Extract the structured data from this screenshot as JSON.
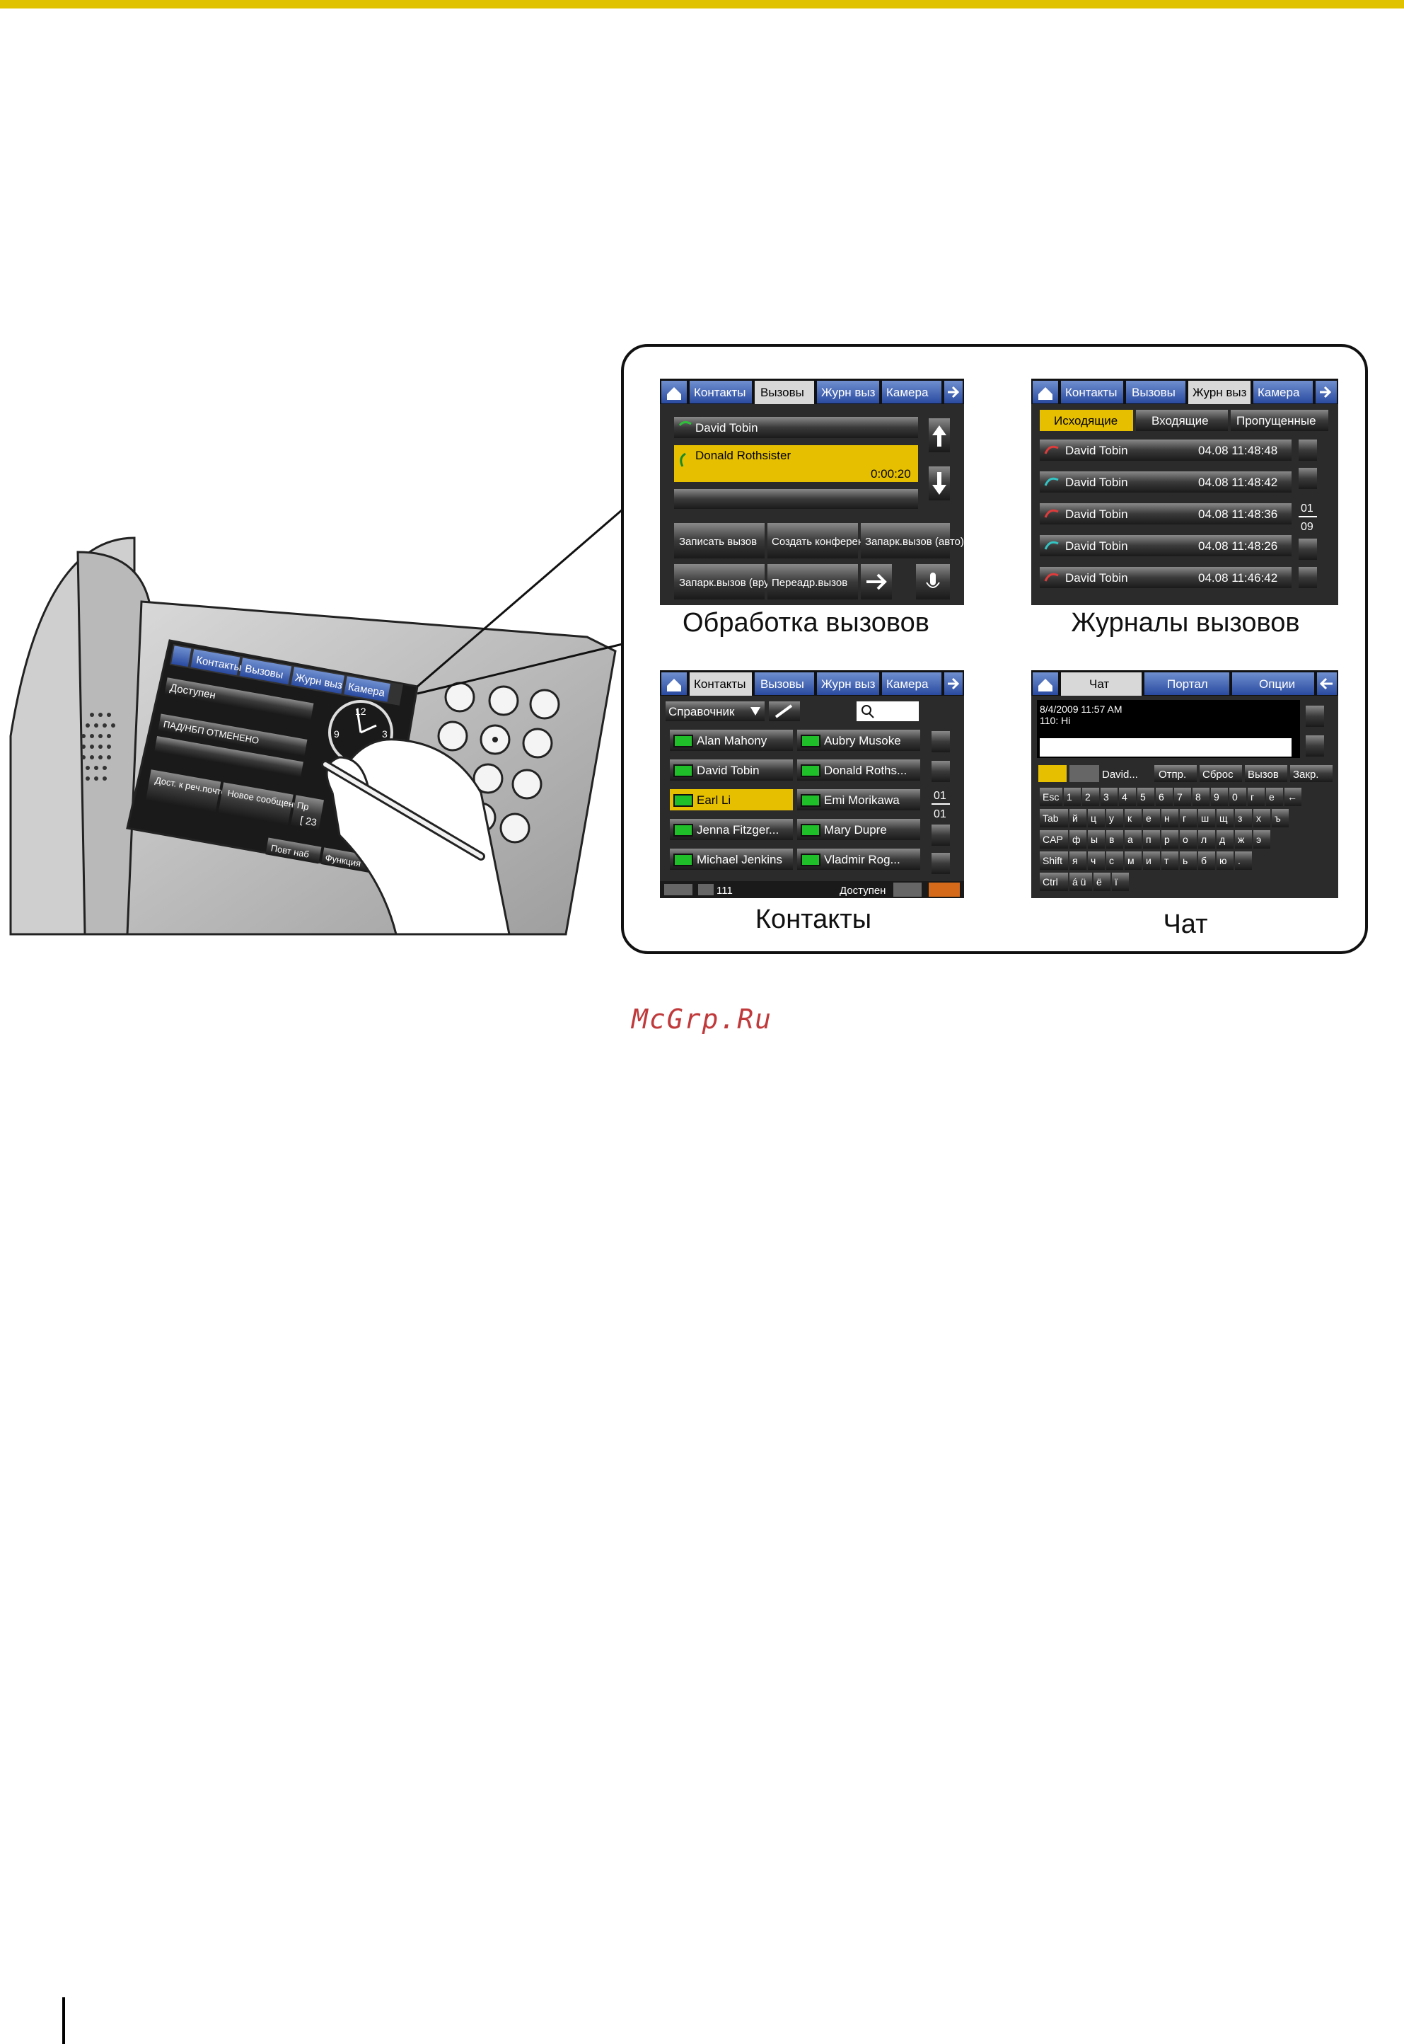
{
  "watermark": "McGrp.Ru",
  "colors": {
    "accent_bar": "#e1c200",
    "watermark": "#c0393b",
    "highlight": "#e6c000"
  },
  "phone": {
    "tabs": [
      "Контакты",
      "Вызовы",
      "Журн выз",
      "Камера"
    ],
    "status_field": "Доступен",
    "forward_field": "ПАД/НБП ОТМЕНЕНО",
    "clock_numbers": [
      "12",
      "9",
      "3"
    ],
    "buttons": [
      "Дост. к реч.почте",
      "Новое сообщение",
      "Пр"
    ],
    "bottom_buttons": [
      "Повт наб",
      "Функция"
    ],
    "counter": "[ 23"
  },
  "screens": {
    "call_handling": {
      "caption": "Обработка вызовов",
      "tabs": [
        "Контакты",
        "Вызовы",
        "Журн выз",
        "Камера"
      ],
      "calls": [
        "David Tobin",
        "Donald Rothsister"
      ],
      "timer": "0:00:20",
      "buttons": [
        "Записать вызов",
        "Создать конференцию",
        "Запарк.вызов (авто)",
        "Запарк.вызов (вручн.)",
        "Переадр.вызов"
      ]
    },
    "call_logs": {
      "caption": "Журналы вызовов",
      "tabs": [
        "Контакты",
        "Вызовы",
        "Журн выз",
        "Камера"
      ],
      "filters": [
        "Исходящие",
        "Входящие",
        "Пропущенные"
      ],
      "entries": [
        {
          "name": "David Tobin",
          "time": "04.08 11:48:48"
        },
        {
          "name": "David Tobin",
          "time": "04.08 11:48:42"
        },
        {
          "name": "David Tobin",
          "time": "04.08 11:48:36"
        },
        {
          "name": "David Tobin",
          "time": "04.08 11:48:26"
        },
        {
          "name": "David Tobin",
          "time": "04.08 11:46:42"
        }
      ],
      "page_current": "01",
      "page_total": "09"
    },
    "contacts": {
      "caption": "Контакты",
      "tabs": [
        "Контакты",
        "Вызовы",
        "Журн выз",
        "Камера"
      ],
      "directory": "Справочник",
      "left": [
        "Alan Mahony",
        "David Tobin",
        "Earl Li",
        "Jenna Fitzger...",
        "Michael Jenkins"
      ],
      "right": [
        "Aubry Musoke",
        "Donald Roths...",
        "Emi Morikawa",
        "Mary Dupre",
        "Vladmir Rog..."
      ],
      "page_current": "01",
      "page_total": "01",
      "extension": "111",
      "status": "Доступен"
    },
    "chat": {
      "caption": "Чат",
      "tabs": [
        "Чат",
        "Портал",
        "Опции"
      ],
      "message_time": "8/4/2009 11:57 AM",
      "message_text": "110: Hi",
      "recipient": "David...",
      "actions": [
        "Отпр.",
        "Сброс",
        "Вызов",
        "Закр."
      ],
      "kb_row1": [
        "Esc",
        "1",
        "2",
        "3",
        "4",
        "5",
        "6",
        "7",
        "8",
        "9",
        "0",
        "г",
        "е",
        "←"
      ],
      "kb_row2": [
        "Tab",
        "й",
        "ц",
        "у",
        "к",
        "е",
        "н",
        "г",
        "ш",
        "щ",
        "з",
        "х",
        "ъ"
      ],
      "kb_row3": [
        "CAP",
        "ф",
        "ы",
        "в",
        "а",
        "п",
        "р",
        "о",
        "л",
        "д",
        "ж",
        "э"
      ],
      "kb_row4": [
        "Shift",
        "я",
        "ч",
        "с",
        "м",
        "и",
        "т",
        "ь",
        "б",
        "ю",
        "."
      ],
      "kb_row5": [
        "Ctrl",
        "á ü",
        "ë",
        "ï"
      ]
    }
  }
}
